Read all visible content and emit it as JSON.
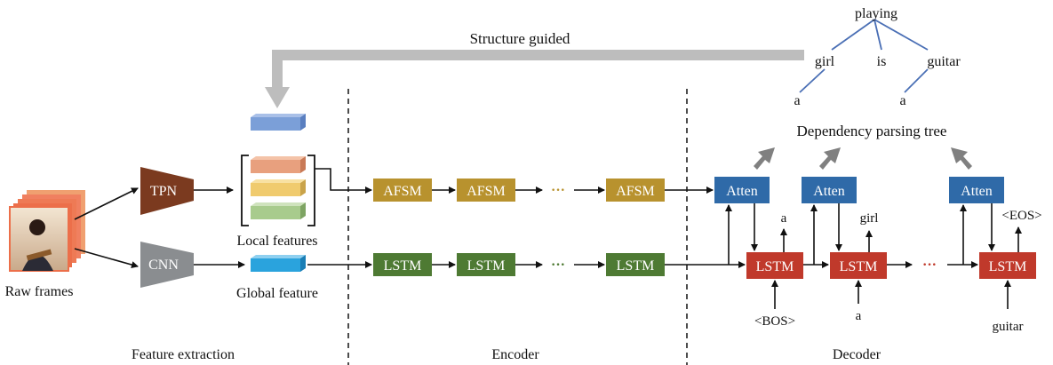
{
  "labels": {
    "structure_guided": "Structure guided",
    "raw_frames": "Raw frames",
    "local_features": "Local features",
    "global_feature": "Global feature",
    "dependency_tree": "Dependency parsing tree"
  },
  "sections": {
    "feature_extraction": "Feature extraction",
    "encoder": "Encoder",
    "decoder": "Decoder"
  },
  "blocks": {
    "tpn": "TPN",
    "cnn": "CNN",
    "afsm": "AFSM",
    "lstm": "LSTM",
    "atten": "Atten"
  },
  "tree": {
    "root": "playing",
    "left": "girl",
    "middle": "is",
    "right": "guitar",
    "left_child": "a",
    "right_child": "a"
  },
  "decoder_steps": [
    {
      "input": "<BOS>",
      "output": "a"
    },
    {
      "input": "a",
      "output": "girl"
    },
    {
      "input": "guitar",
      "output": "<EOS>"
    }
  ],
  "ellipsis": "···",
  "colors": {
    "tpn": "#7b3a1f",
    "cnn": "#8a8d90",
    "afsm": "#b8922e",
    "lstm_enc": "#4e7a33",
    "lstm_dec": "#c0392b",
    "atten": "#2f6aa8",
    "tree_line": "#4a6fb5",
    "guide_arrow": "#bdbdbd"
  }
}
